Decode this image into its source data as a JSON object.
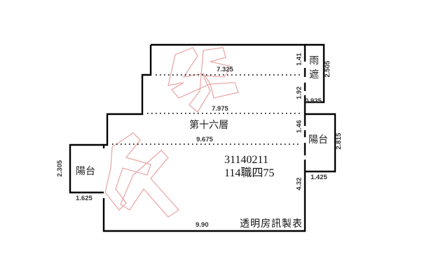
{
  "floor_plan": {
    "floor_label": "第十六層",
    "rooms": {
      "rain_shelter": "雨遮",
      "rain_shelter_line1": "雨",
      "rain_shelter_line2": "遮",
      "balcony_left": "陽台",
      "balcony_right": "陽台"
    },
    "dimensions": {
      "top_width": "7.325",
      "middle_width": "7.975",
      "lower_width": "9.675",
      "bottom_width": "9.90",
      "right_segment_1": "1.41",
      "right_segment_2": "1.92",
      "right_segment_3": "1.46",
      "right_segment_4": "4.32",
      "rain_shelter_height": "2.505",
      "rain_shelter_depth": "0.925",
      "right_balcony_height": "2.815",
      "right_balcony_depth": "1.425",
      "left_balcony_height": "2.305",
      "left_balcony_depth": "1.625"
    },
    "case_number": "31140211",
    "reference_code": "114職四75",
    "footer_note": "透明房訊製表",
    "watermark_color": "#e8a0a0",
    "line_color": "#000000"
  }
}
